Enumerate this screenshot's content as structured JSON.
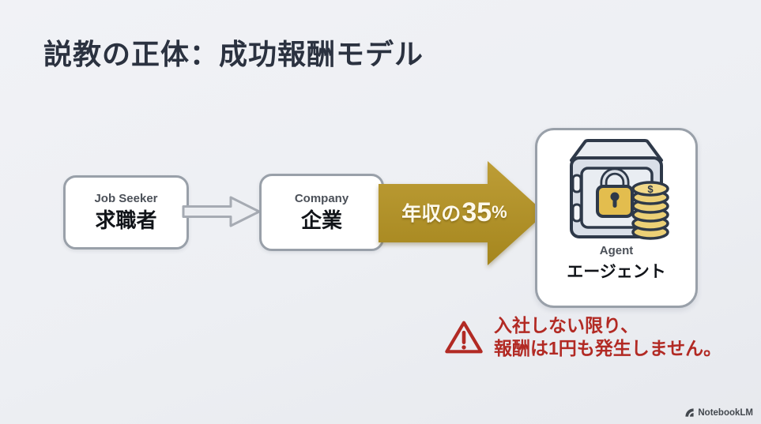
{
  "title": "説教の正体：成功報酬モデル",
  "nodes": {
    "job_seeker": {
      "en": "Job Seeker",
      "ja": "求職者"
    },
    "company": {
      "en": "Company",
      "ja": "企業"
    },
    "agent": {
      "en": "Agent",
      "ja": "エージェント"
    }
  },
  "flow": {
    "fee_label_prefix": "年収の",
    "fee_value": "35",
    "fee_suffix": "%"
  },
  "warning": {
    "line1": "入社しない限り、",
    "line2": "報酬は1円も発生しません。"
  },
  "watermark": "NotebookLM",
  "colors": {
    "background": "#edeff3",
    "title_text": "#2b3240",
    "box_border": "#99a0a9",
    "gold_arrow": "#b2922d",
    "fee_text": "#fdf9ec",
    "warning_red": "#b22a24",
    "safe_outline": "#2e3949",
    "lock_gold": "#e3bd4e",
    "coin_gold": "#ecd076"
  },
  "icons": {
    "safe": "safe-with-lock-and-coins",
    "warning": "warning-triangle",
    "connector": "arrow-right-outline",
    "flow": "arrow-right-gold",
    "logo": "notebooklm-logo"
  }
}
